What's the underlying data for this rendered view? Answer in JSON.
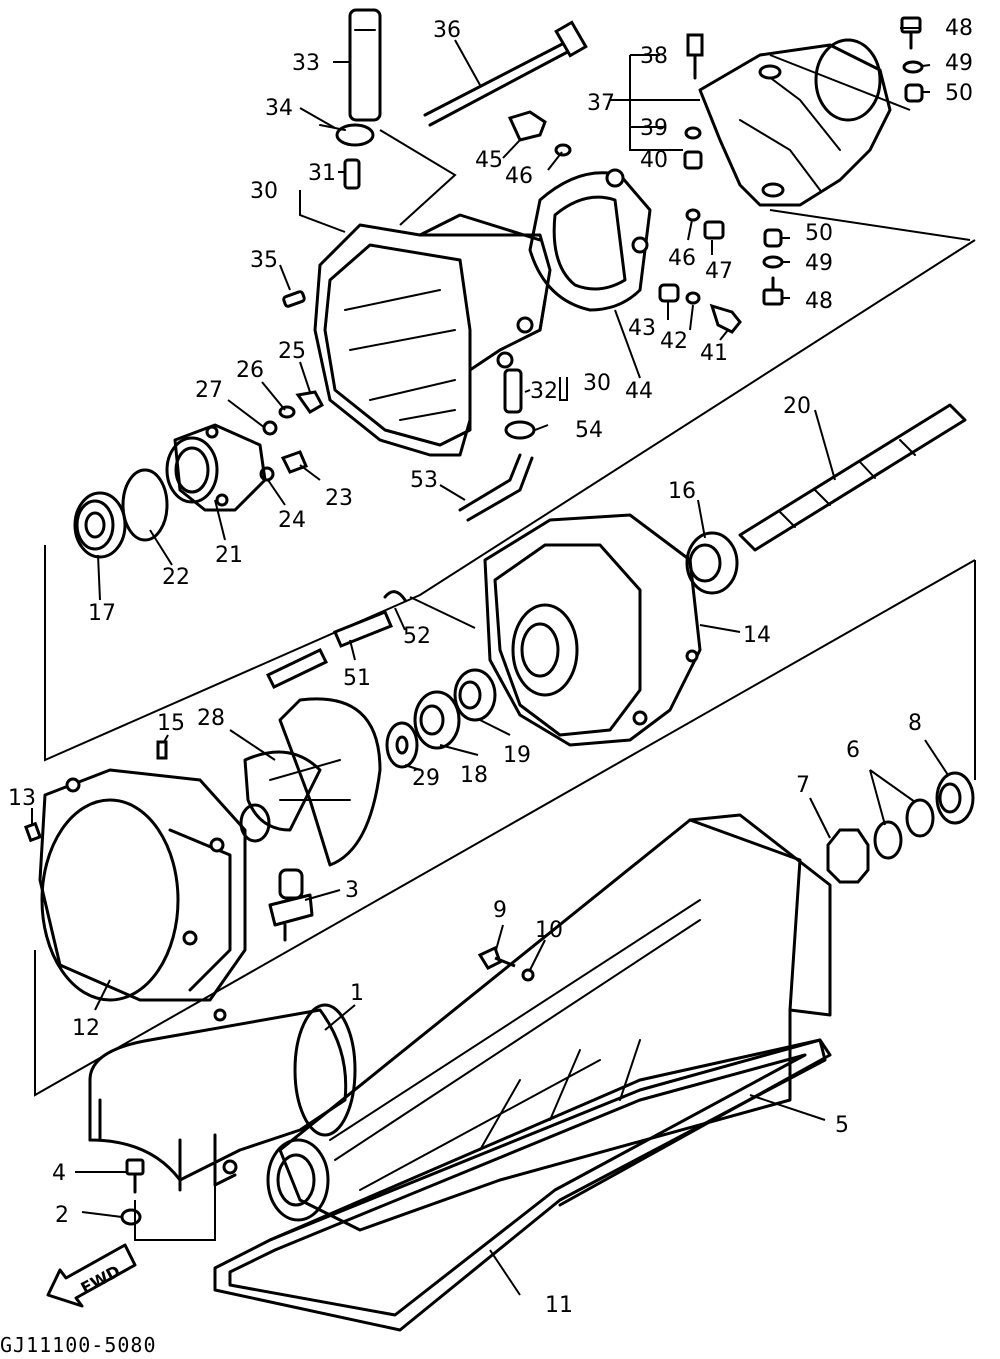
{
  "diagram": {
    "drawing_code": "GJ11100-5080",
    "direction_label": "FWD",
    "callouts": [
      "1",
      "2",
      "3",
      "4",
      "5",
      "6",
      "7",
      "8",
      "9",
      "10",
      "11",
      "12",
      "13",
      "14",
      "15",
      "16",
      "17",
      "18",
      "19",
      "20",
      "21",
      "22",
      "23",
      "24",
      "25",
      "26",
      "27",
      "28",
      "29",
      "30",
      "31",
      "32",
      "33",
      "34",
      "35",
      "36",
      "37",
      "38",
      "39",
      "40",
      "41",
      "42",
      "43",
      "44",
      "45",
      "46",
      "47",
      "48",
      "49",
      "50",
      "51",
      "52",
      "53",
      "54"
    ]
  }
}
